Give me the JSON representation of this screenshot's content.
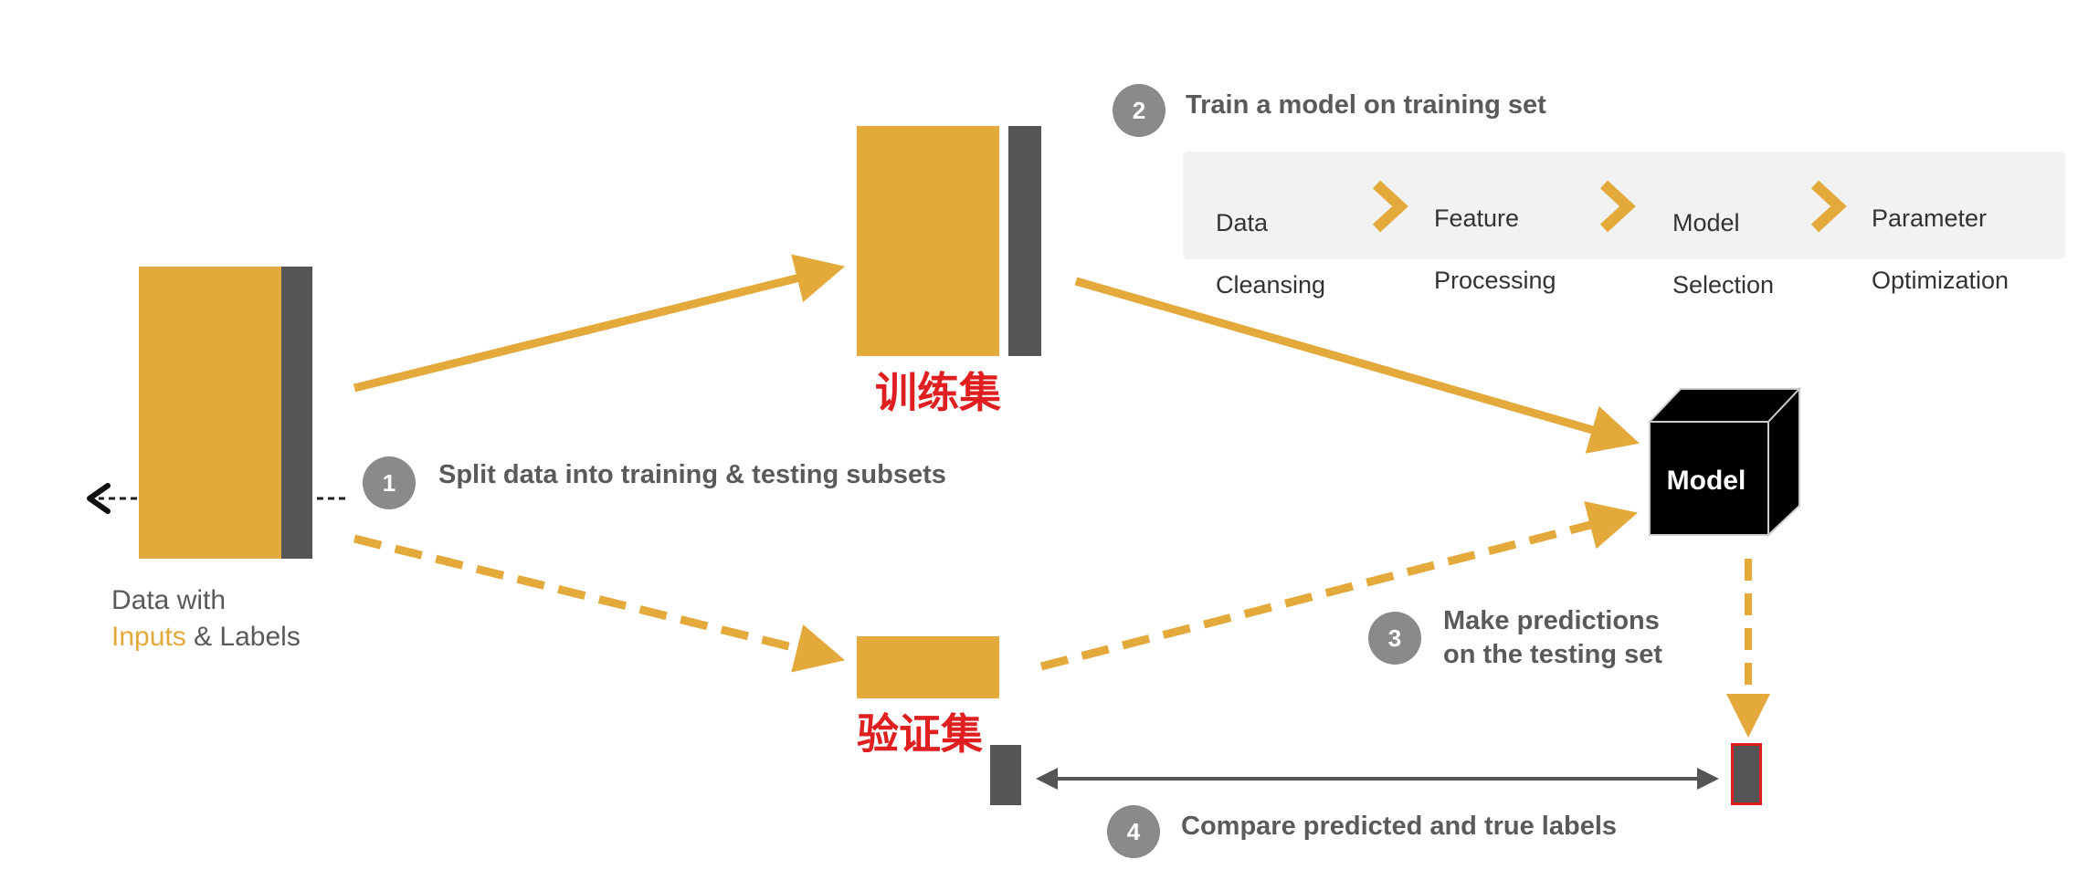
{
  "colors": {
    "gold": "#E3A93B",
    "dark_gray": "#555555",
    "circle_gray": "#8a8a8a",
    "red_label": "#e02020",
    "pipeline_bg": "#f2f2f2",
    "model_box": "#000000"
  },
  "data_block": {
    "label_line1": "Data with",
    "label_highlight": "Inputs",
    "label_rest": " & Labels"
  },
  "training_block": {
    "cn_label": "训练集"
  },
  "validation_block": {
    "cn_label": "验证集"
  },
  "model": {
    "label": "Model"
  },
  "steps": [
    {
      "number": "1",
      "label": "Split data into training & testing subsets"
    },
    {
      "number": "2",
      "label": "Train a model on training set"
    },
    {
      "number": "3",
      "label_line1": "Make predictions",
      "label_line2": "on the testing set"
    },
    {
      "number": "4",
      "label": "Compare predicted and true labels"
    }
  ],
  "pipeline": {
    "items": [
      {
        "line1": "Data",
        "line2": "Cleansing"
      },
      {
        "line1": "Feature",
        "line2": "Processing"
      },
      {
        "line1": "Model",
        "line2": "Selection"
      },
      {
        "line1": "Parameter",
        "line2": "Optimization"
      }
    ],
    "separator_icon": "chevron-right-icon"
  }
}
